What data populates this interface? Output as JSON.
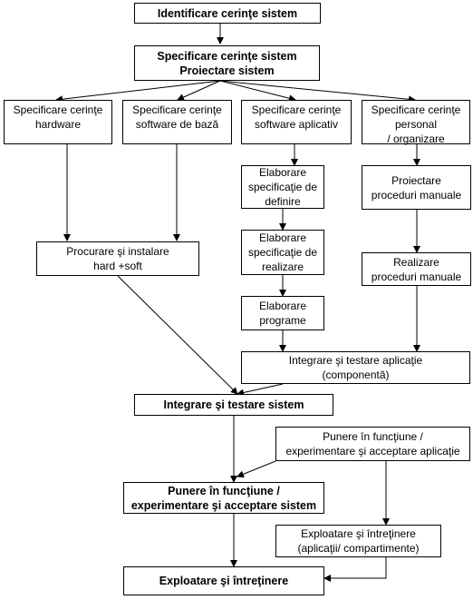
{
  "boxes": {
    "identificare": "Identificare cerinţe sistem",
    "specificare_sistem": "Specificare cerinţe sistem\nProiectare sistem",
    "spec_hardware": "Specificare cerinţe\nhardware",
    "spec_software_baza": "Specificare cerinţe\nsoftware de bază",
    "spec_software_aplicativ": "Specificare cerinţe\nsoftware aplicativ",
    "spec_personal": "Specificare cerinţe\npersonal\n/ organizare",
    "elab_spec_definire": "Elaborare\nspecificaţie de\ndefinire",
    "elab_spec_realizare": "Elaborare\nspecificaţie de\nrealizare",
    "elab_programe": "Elaborare\nprograme",
    "proiectare_proceduri": "Proiectare\nproceduri manuale",
    "realizare_proceduri": "Realizare\nproceduri manuale",
    "procurare": "Procurare şi instalare\nhard +soft",
    "integrare_aplicatie": "Integrare şi testare aplicaţie\n(componentă)",
    "integrare_sistem": "Integrare şi testare sistem",
    "punere_aplicatie": "Punere în funcţiune /\nexperimentare şi acceptare aplicaţie",
    "punere_sistem": "Punere în funcţiune /\nexperimentare şi acceptare sistem",
    "exploatare_aplicatii": "Exploatare şi întreţinere\n(aplicaţii/ compartimente)",
    "exploatare": "Exploatare şi întreţinere"
  }
}
